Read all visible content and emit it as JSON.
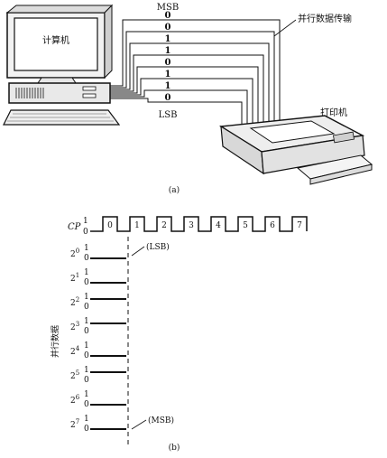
{
  "part_a": {
    "computer_label": "计算机",
    "printer_label": "打印机",
    "transfer_label": "并行数据传输",
    "msb_label": "MSB",
    "lsb_label": "LSB",
    "bits_msb_to_lsb": [
      "0",
      "0",
      "1",
      "1",
      "0",
      "1",
      "1",
      "0"
    ],
    "caption": "(a)"
  },
  "part_b": {
    "cp_label": "CP",
    "level_high": "1",
    "level_low": "0",
    "clock_pulse_numbers": [
      "0",
      "1",
      "2",
      "3",
      "4",
      "5",
      "6",
      "7"
    ],
    "bit_rows": [
      {
        "base": "2",
        "exp": "0",
        "value": 0
      },
      {
        "base": "2",
        "exp": "1",
        "value": 0
      },
      {
        "base": "2",
        "exp": "2",
        "value": 1
      },
      {
        "base": "2",
        "exp": "3",
        "value": 1
      },
      {
        "base": "2",
        "exp": "4",
        "value": 0
      },
      {
        "base": "2",
        "exp": "5",
        "value": 1
      },
      {
        "base": "2",
        "exp": "6",
        "value": 0
      },
      {
        "base": "2",
        "exp": "7",
        "value": 0
      }
    ],
    "lsb_note": "(LSB)",
    "msb_note": "(MSB)",
    "vertical_label": "并行数据",
    "caption": "(b)"
  }
}
